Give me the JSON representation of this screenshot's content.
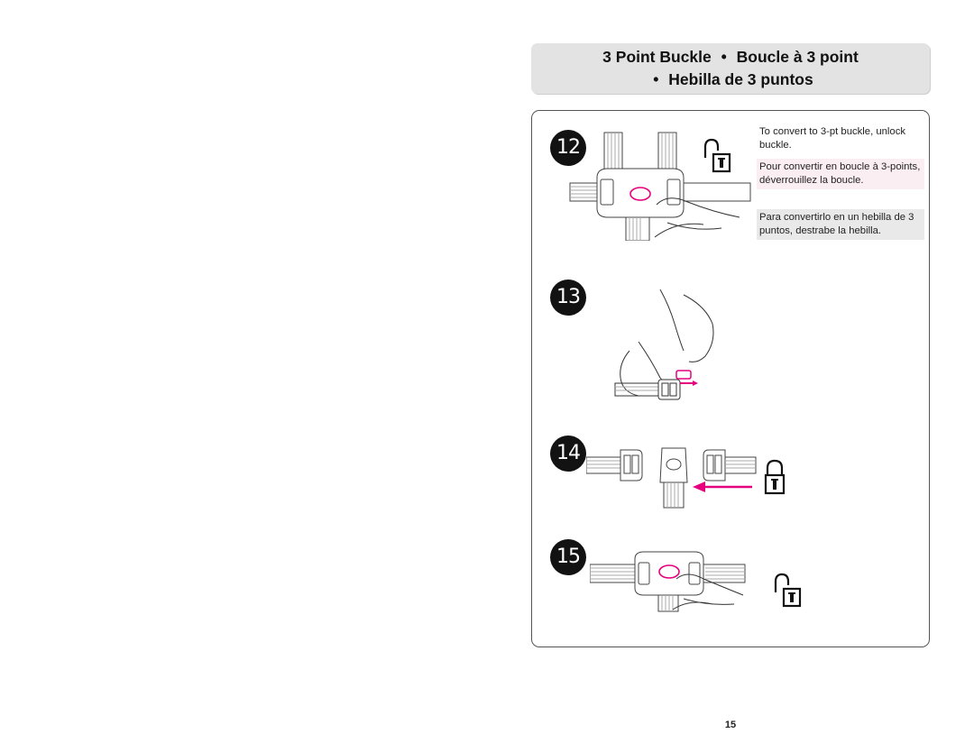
{
  "header": {
    "title_line1_part1": "3 Point Buckle",
    "title_line1_part2": "Boucle à 3 point",
    "title_line2": "Hebilla de 3 puntos",
    "separator": "•"
  },
  "steps": [
    {
      "number": "12"
    },
    {
      "number": "13"
    },
    {
      "number": "14"
    },
    {
      "number": "15"
    }
  ],
  "instructions": {
    "en": "To convert to 3-pt buckle, unlock buckle.",
    "fr": "Pour convertir en boucle à 3-points, déverrouillez la boucle.",
    "es": "Para convertirlo en un hebilla de 3 puntos, destrabe la hebilla."
  },
  "page_number": "15",
  "colors": {
    "accent": "#e6007e",
    "title_band": "#e3e3e3",
    "fr_note_bg": "#fbeef2",
    "es_note_bg": "#e9e9e9"
  },
  "icons": [
    "unlocked-padlock-icon",
    "locked-padlock-icon",
    "push-direction-arrow-icon"
  ]
}
